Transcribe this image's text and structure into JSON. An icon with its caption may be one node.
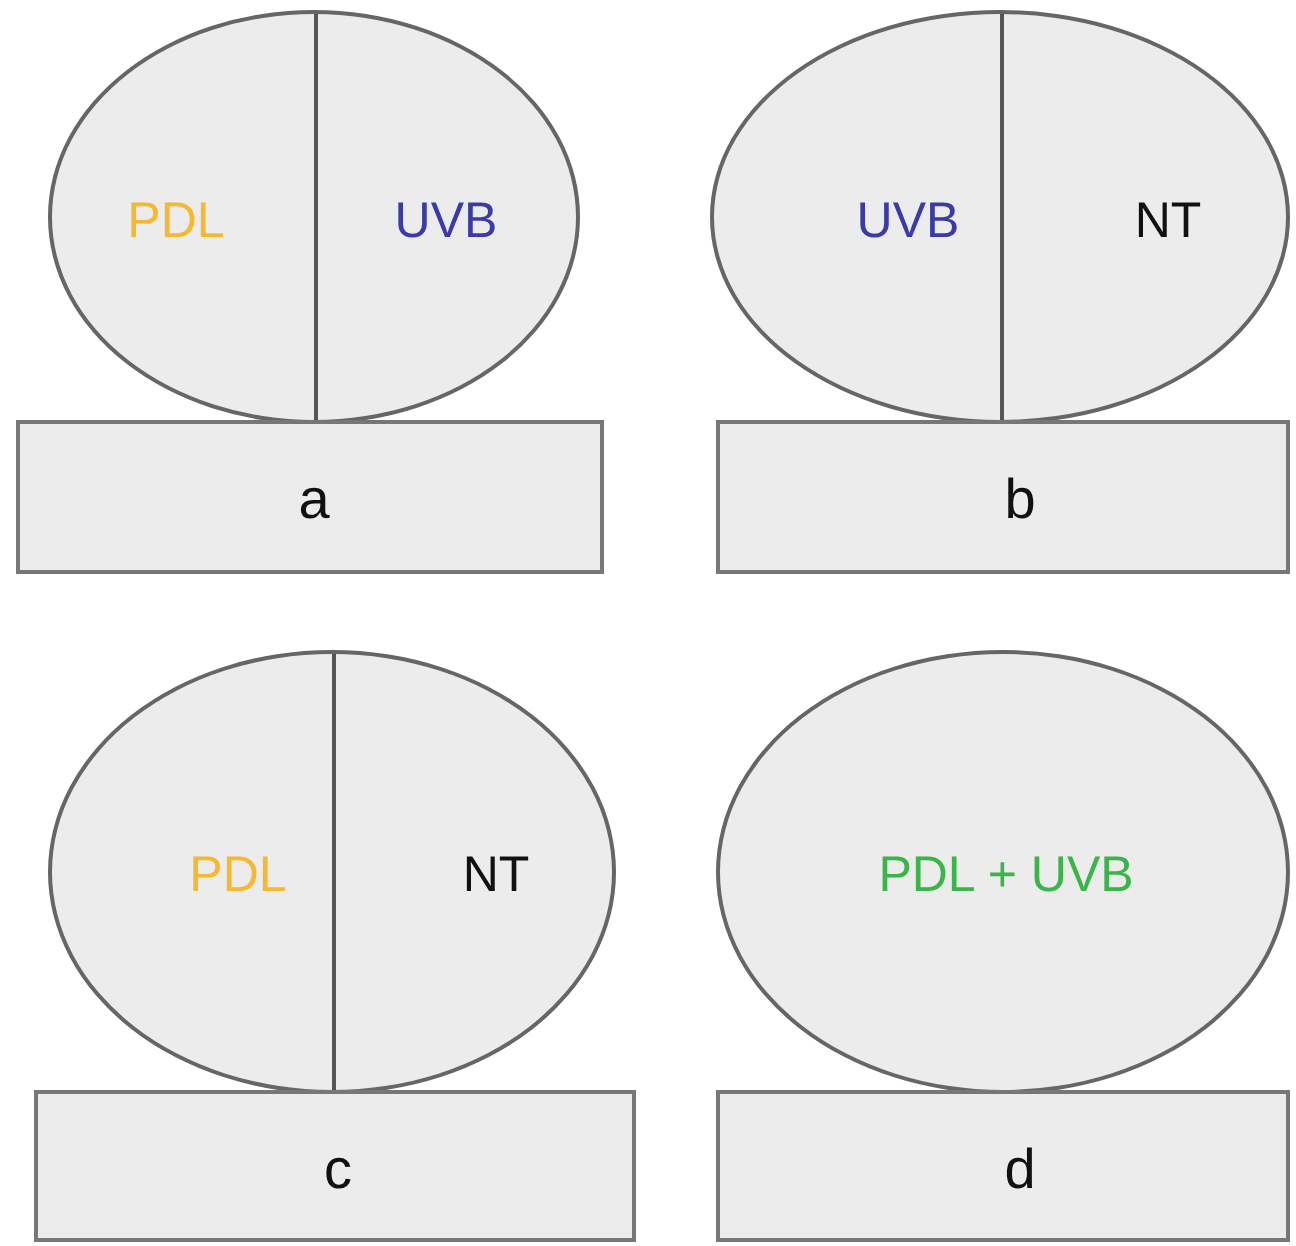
{
  "diagram": {
    "nodes": [
      {
        "text": [
          "PDL",
          "UVB"
        ]
      },
      {
        "text": [
          "UVB",
          "NT"
        ]
      },
      {
        "text": [
          "a"
        ]
      },
      {
        "text": [
          "b"
        ]
      },
      {
        "text": [
          "PDL",
          "NT"
        ]
      },
      {
        "text": [
          "PDL + UVB"
        ]
      },
      {
        "text": [
          "c"
        ]
      },
      {
        "text": [
          "d"
        ]
      }
    ]
  }
}
